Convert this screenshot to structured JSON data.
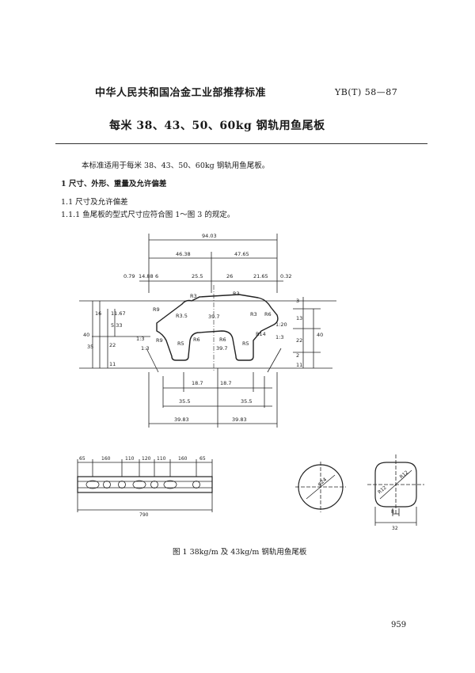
{
  "header": {
    "org_title": "中华人民共和国冶金工业部推荐标准",
    "standard_number": "YB(T) 58—87"
  },
  "doc_title": "每米 38、43、50、60kg 钢轨用鱼尾板",
  "intro": "本标准适用于每米 38、43、50、60kg 钢轨用鱼尾板。",
  "section_1": "1  尺寸、外形、重量及允许偏差",
  "section_1_1": "1.1  尺寸及允许偏差",
  "section_1_1_1": "1.1.1  鱼尾板的型式尺寸应符合图 1～图 3 的规定。",
  "figure": {
    "cross_section": {
      "dims_top": [
        "94.03",
        "46.38",
        "47.65"
      ],
      "dims_row3": [
        "0.79",
        "14.88",
        "6",
        "25.5",
        "26",
        "21.65",
        "0.32"
      ],
      "left_dims": [
        "40",
        "16",
        "35",
        "22",
        "11",
        "5.33",
        "11.67"
      ],
      "right_dims": [
        "3",
        "13",
        "40",
        "22",
        "2",
        "11"
      ],
      "radii": [
        "R9",
        "R3",
        "R3.5",
        "R3",
        "R3",
        "R6",
        "R9",
        "R5",
        "R6",
        "R6",
        "R5",
        "R14"
      ],
      "slopes": [
        "1:3",
        "1:3",
        "1:20",
        "1:3"
      ],
      "center_dims": [
        "39.7",
        "39.7"
      ],
      "bottom_dims": [
        "18.7",
        "18.7",
        "35.5",
        "35.5",
        "39.83",
        "39.83"
      ]
    },
    "plan_view": {
      "spacings": [
        "65",
        "160",
        "110",
        "120",
        "110",
        "160",
        "65"
      ],
      "total_length": "790"
    },
    "hole_round": {
      "label": "φ24"
    },
    "hole_oval": {
      "labels": [
        "R12",
        "R12"
      ],
      "width": "32",
      "inner": "8"
    },
    "caption": "图 1   38kg/m 及 43kg/m 钢轨用鱼尾板"
  },
  "page_number": "959"
}
